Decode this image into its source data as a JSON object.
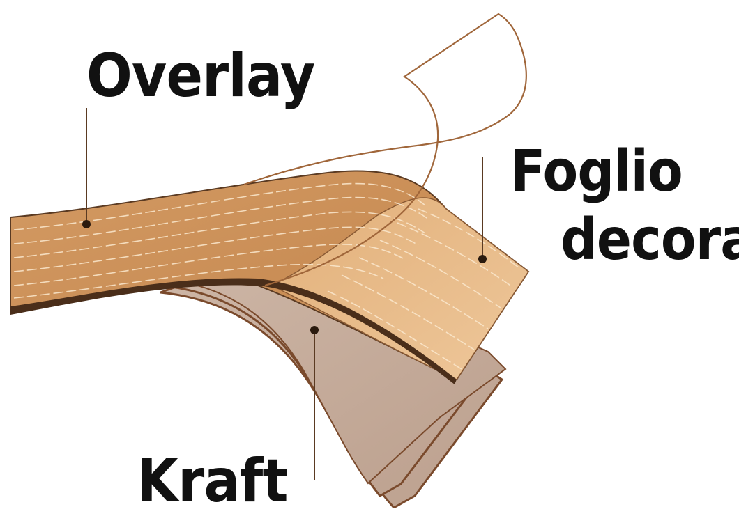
{
  "labels": {
    "overlay": "Overlay",
    "foglio": "Foglio",
    "decora": "decora",
    "kraft": "Kraft"
  },
  "colors": {
    "overlay_line": "#a0663a",
    "decor_wood_dark": "#c98d55",
    "decor_wood_light": "#e8bd87",
    "kraft_paper": "#c4ab9a",
    "grain": "#fbe9cf",
    "leader": "#5a3a22"
  }
}
